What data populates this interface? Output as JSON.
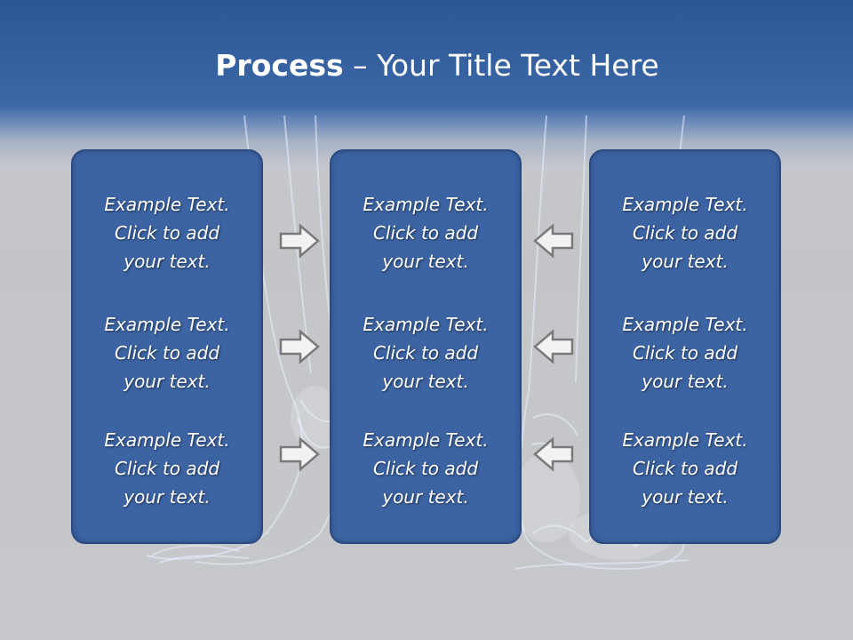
{
  "slide": {
    "title_bold": "Process",
    "title_rest": " – Your Title Text Here"
  },
  "panels": [
    {
      "items": [
        {
          "lines": [
            "Example Text.",
            "Click  to add",
            "your text."
          ]
        },
        {
          "lines": [
            "Example Text.",
            "Click  to add",
            "your text."
          ]
        },
        {
          "lines": [
            "Example Text.",
            "Click  to add",
            "your text."
          ]
        }
      ]
    },
    {
      "items": [
        {
          "lines": [
            "Example Text.",
            "Click  to add",
            "your text."
          ]
        },
        {
          "lines": [
            "Example Text.",
            "Click  to add",
            "your text."
          ]
        },
        {
          "lines": [
            "Example Text.",
            "Click  to add",
            "your text."
          ]
        }
      ]
    },
    {
      "items": [
        {
          "lines": [
            "Example Text.",
            "Click  to add",
            "your text."
          ]
        },
        {
          "lines": [
            "Example Text.",
            "Click  to add",
            "your text."
          ]
        },
        {
          "lines": [
            "Example Text.",
            "Click  to add",
            "your text."
          ]
        }
      ]
    }
  ],
  "arrows": {
    "left_group": [
      "arrow-right-icon",
      "arrow-right-icon",
      "arrow-right-icon"
    ],
    "right_group": [
      "arrow-left-icon",
      "arrow-left-icon",
      "arrow-left-icon"
    ]
  },
  "colors": {
    "header_blue": "#35609f",
    "panel_fill": "#3c63a2",
    "panel_border": "#2a4a80",
    "background_gray": "#c5c7cb",
    "arrow_fill": "#f2f2f2",
    "arrow_stroke": "#7a7a7a"
  }
}
